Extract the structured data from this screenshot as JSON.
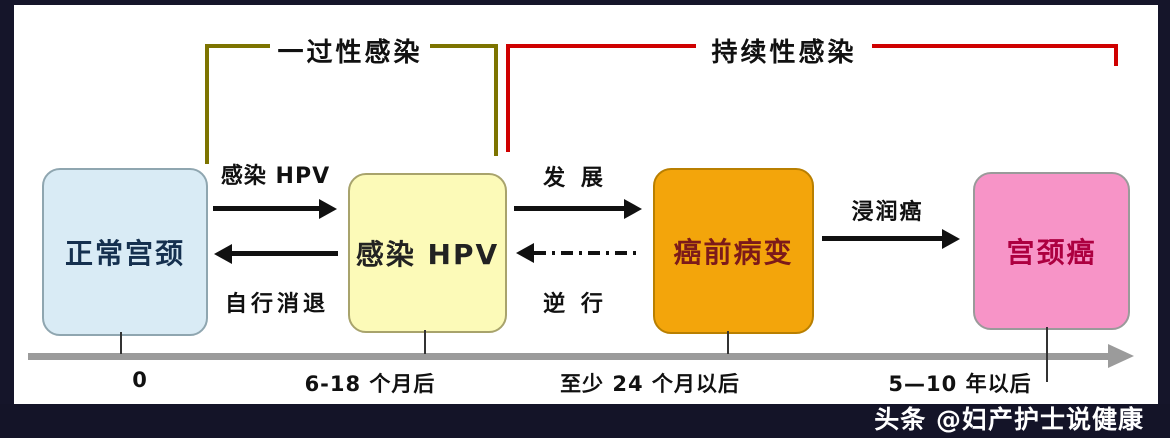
{
  "frame": {
    "color": "#141428"
  },
  "watermark": {
    "text": "头条 @妇产护士说健康"
  },
  "brackets": {
    "transient": {
      "label": "一过性感染",
      "color": "#7d7400"
    },
    "persistent": {
      "label": "持续性感染",
      "color": "#cf0000"
    }
  },
  "stages": [
    {
      "label": "正常宫颈",
      "fill": "#d9ebf5",
      "text_color": "#15304f",
      "time": "0"
    },
    {
      "label": "感染 HPV",
      "fill": "#fcfab8",
      "text_color": "#222222",
      "time": "6-18 个月后"
    },
    {
      "label": "癌前病变",
      "fill": "#f3a50b",
      "text_color": "#7c1a1a",
      "time": "至少 24 个月以后"
    },
    {
      "label": "宫颈癌",
      "fill": "#f794c7",
      "text_color": "#ad0040",
      "time": "5—10 年以后"
    }
  ],
  "transitions": [
    {
      "label": "感染 HPV",
      "direction": "forward"
    },
    {
      "label": "自行消退",
      "direction": "backward"
    },
    {
      "label": "发 展",
      "direction": "forward"
    },
    {
      "label": "逆 行",
      "direction": "backward",
      "style": "dash-dot"
    },
    {
      "label": "浸润癌",
      "direction": "forward"
    }
  ],
  "timeline": {
    "color": "#9b9b9b"
  }
}
